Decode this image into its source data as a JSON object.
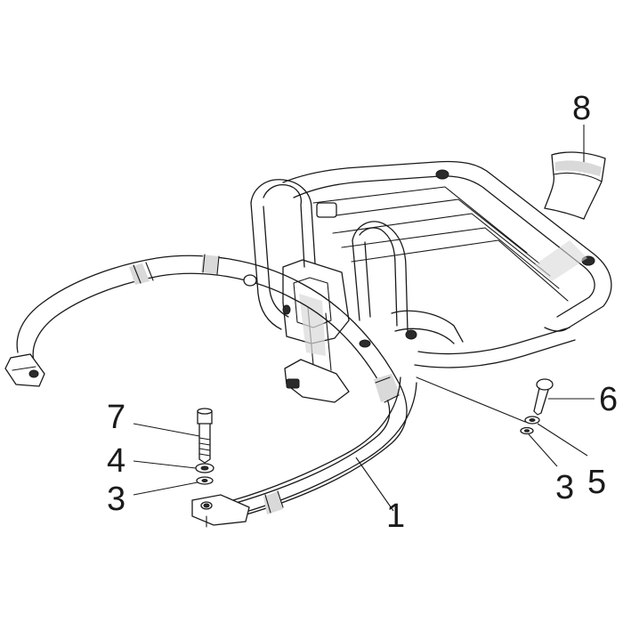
{
  "diagram": {
    "callouts": [
      {
        "id": "c8",
        "label": "8"
      },
      {
        "id": "c6",
        "label": "6"
      },
      {
        "id": "c5",
        "label": "5"
      },
      {
        "id": "c3r",
        "label": "3"
      },
      {
        "id": "c7",
        "label": "7"
      },
      {
        "id": "c4",
        "label": "4"
      },
      {
        "id": "c3l",
        "label": "3"
      },
      {
        "id": "c1",
        "label": "1"
      }
    ]
  }
}
